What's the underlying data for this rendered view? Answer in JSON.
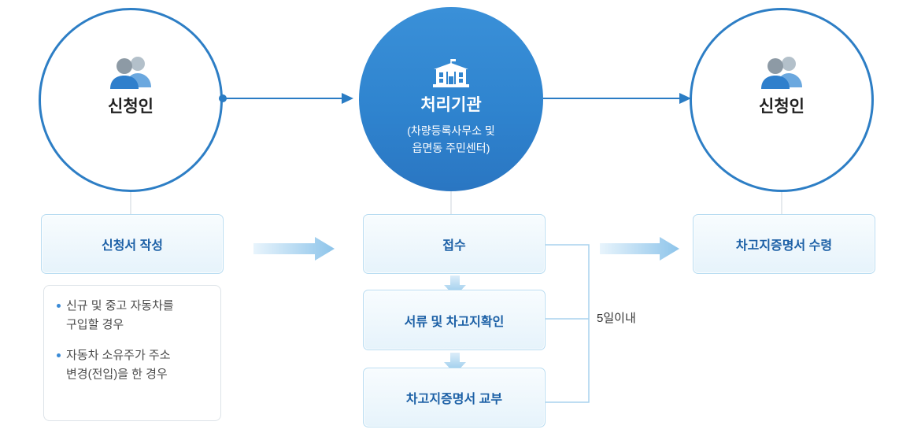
{
  "colors": {
    "primary": "#2d7ec5",
    "agency_fill": "#2f84cf",
    "step_text": "#1c60a6",
    "step_border": "#b8dcf1",
    "bullet": "#3a8ad6"
  },
  "applicant_start": {
    "icon": "people-icon",
    "label": "신청인"
  },
  "agency": {
    "icon": "building-icon",
    "label": "처리기관",
    "detail_line1": "(차량등록사무소 및",
    "detail_line2": "읍면동 주민센터)"
  },
  "applicant_end": {
    "icon": "people-icon",
    "label": "신청인"
  },
  "steps": {
    "apply": "신청서 작성",
    "receipt": "접수",
    "review": "서류 및 차고지확인",
    "issuance": "차고지증명서 교부",
    "pickup": "차고지증명서 수령"
  },
  "processing_time": "5일이내",
  "eligibility": [
    {
      "lines": [
        "신규 및 중고 자동차를",
        "구입할 경우"
      ]
    },
    {
      "lines": [
        "자동차 소유주가 주소",
        "변경(전입)을 한 경우"
      ]
    }
  ]
}
